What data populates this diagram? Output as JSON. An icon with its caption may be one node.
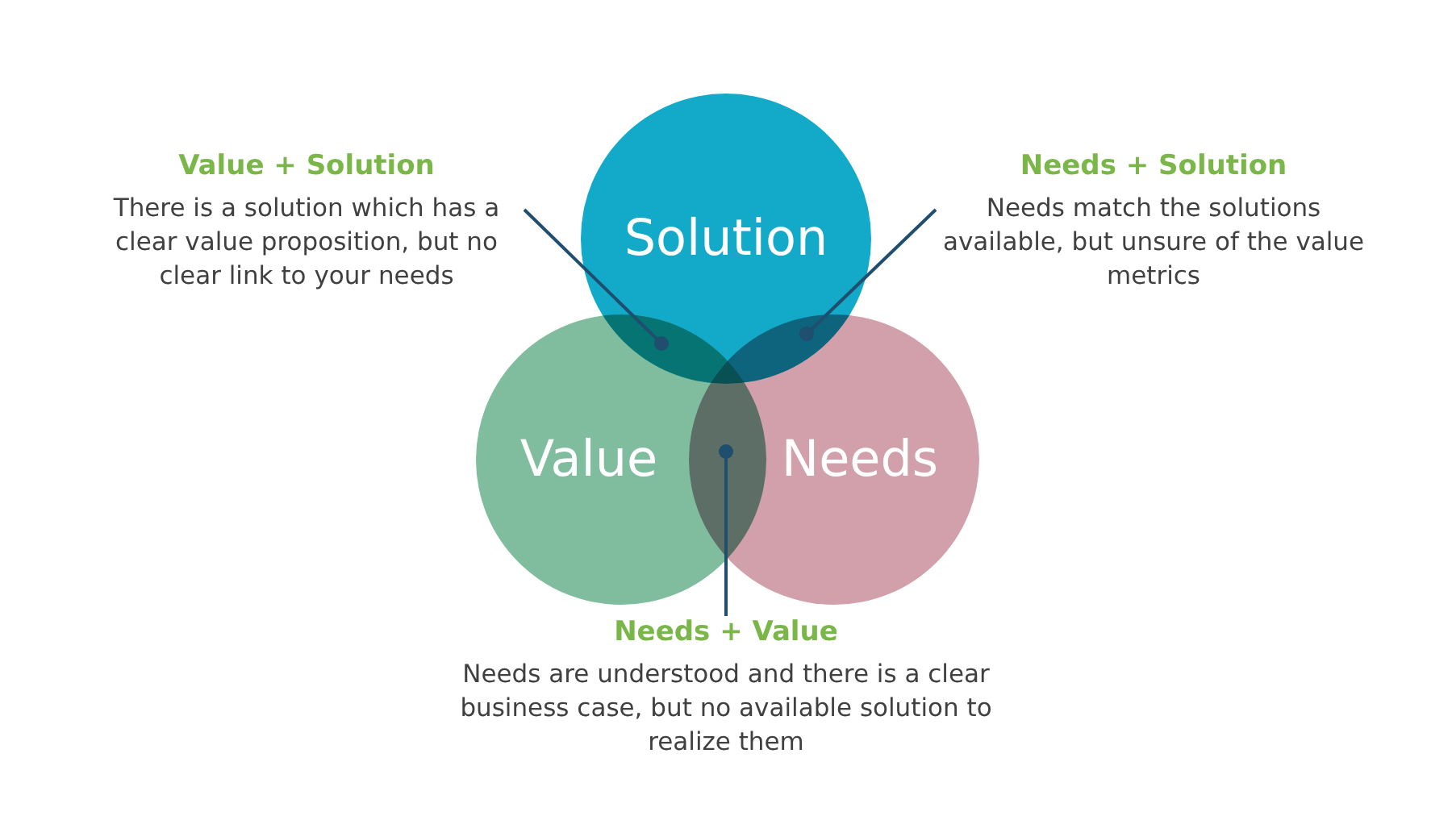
{
  "diagram": {
    "nodes": [
      {
        "text": [
          "Solution"
        ]
      },
      {
        "text": [
          "Value"
        ]
      },
      {
        "text": [
          "Needs"
        ]
      },
      {
        "text": [
          "Value + Solution",
          "There is a solution which has a clear value proposition, but no clear link to your needs"
        ]
      },
      {
        "text": [
          "Needs + Solution",
          "Needs match the solutions available, but unsure of the value metrics"
        ]
      },
      {
        "text": [
          "Needs + Value",
          "Needs are understood and there is a clear business case, but no available solution to realize them"
        ]
      },
      {
        "text": [],
        "shape": "lens"
      },
      {
        "text": [],
        "shape": "lens"
      },
      {
        "text": [],
        "shape": "lens"
      }
    ],
    "edges": [
      {
        "from": 3,
        "to": 6,
        "arrow": "other"
      },
      {
        "from": 4,
        "to": 7,
        "arrow": "other"
      },
      {
        "from": 5,
        "to": 8,
        "arrow": "other"
      }
    ]
  }
}
